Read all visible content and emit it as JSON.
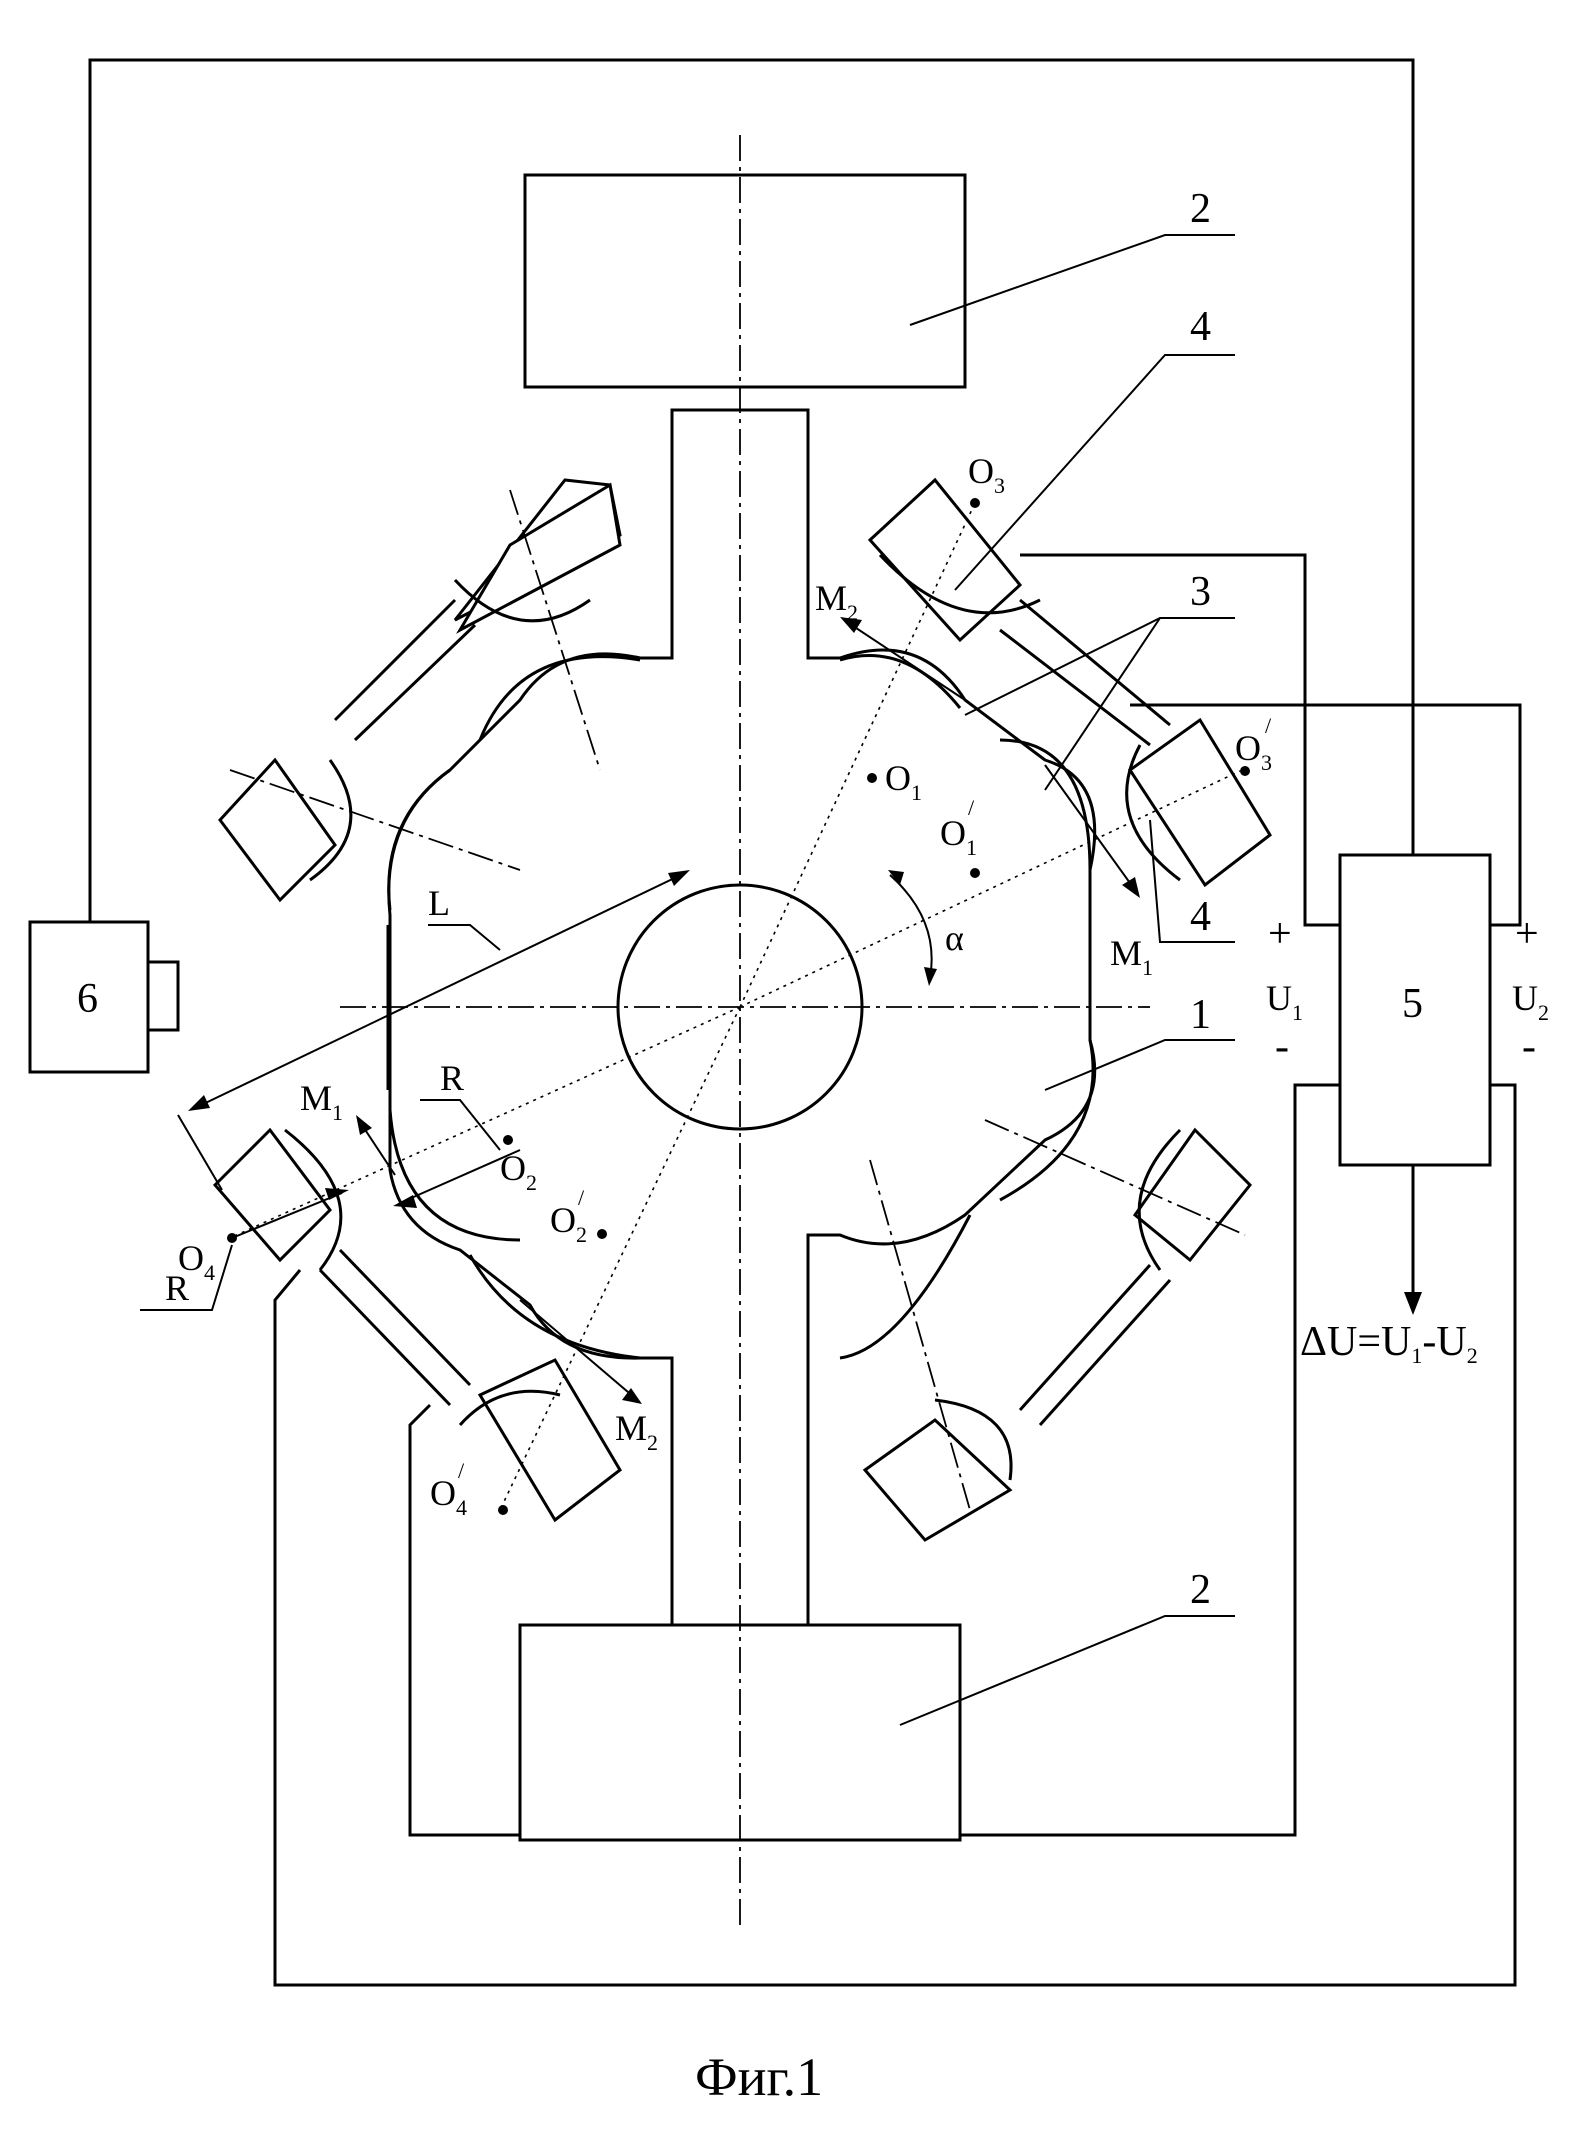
{
  "figure": {
    "caption": "Фиг.1",
    "reference_numerals": {
      "disk": "1",
      "tank_top": "2",
      "tank_bottom": "2",
      "lens_pair": "3",
      "lamp_upper": "4",
      "lamp_lower": "4",
      "processor": "5",
      "camera": "6"
    },
    "terminals": {
      "u1_plus": "+",
      "u1": "U",
      "u1_sub": "1",
      "u1_minus": "-",
      "u2_plus": "+",
      "u2": "U",
      "u2_sub": "2",
      "u2_minus": "-"
    },
    "output_formula": "ΔU=U",
    "output_formula_sub1": "1",
    "output_formula_mid": "-U",
    "output_formula_sub2": "2",
    "points": {
      "o1": "O",
      "o1_sub": "1",
      "o1p": "O",
      "o1p_sub": "1",
      "o1p_prime": "/",
      "o2": "O",
      "o2_sub": "2",
      "o2p": "O",
      "o2p_sub": "2",
      "o2p_prime": "/",
      "o3": "O",
      "o3_sub": "3",
      "o3p": "O",
      "o3p_sub": "3",
      "o3p_prime": "/",
      "o4": "O",
      "o4_sub": "4",
      "o4p": "O",
      "o4p_sub": "4",
      "o4p_prime": "/"
    },
    "vectors": {
      "m1_right": "M",
      "m1_right_sub": "1",
      "m2_right": "M",
      "m2_right_sub": "2",
      "m1_left": "M",
      "m1_left_sub": "1",
      "m2_left": "M",
      "m2_left_sub": "2"
    },
    "dimensions": {
      "length": "L",
      "radius_upper": "R",
      "radius_lower": "R",
      "angle": "α"
    }
  }
}
